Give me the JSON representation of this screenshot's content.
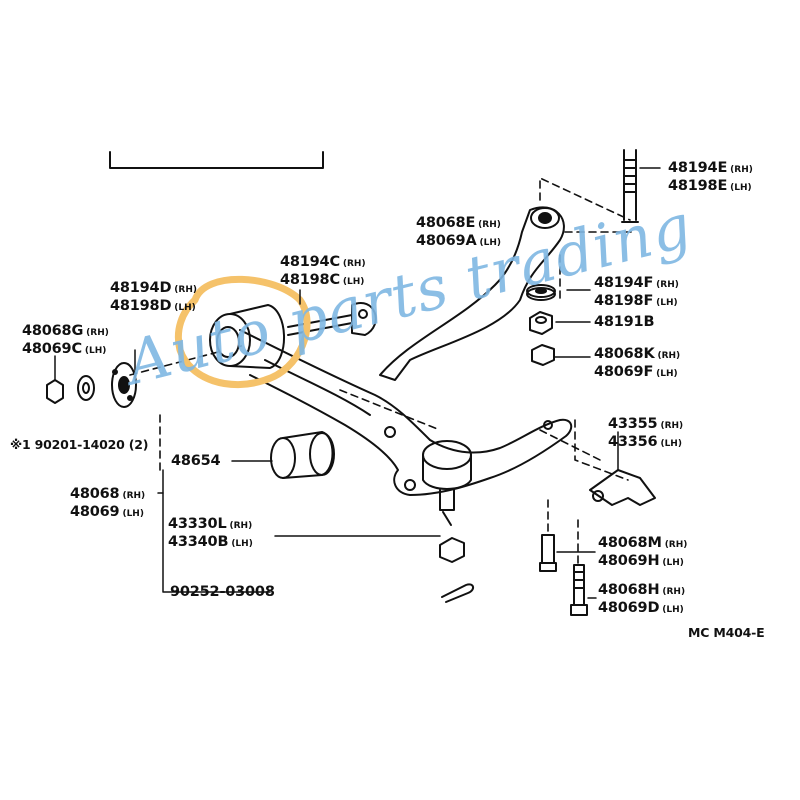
{
  "diagram_code": "MC M404-E",
  "watermark": "Auto parts trading",
  "highlight_color": "#f5c26a",
  "watermark_color": "#7fb7e3",
  "parts": {
    "p48194E": {
      "num": "48194E",
      "side": "(RH)"
    },
    "p48198E": {
      "num": "48198E",
      "side": "(LH)"
    },
    "p48068E": {
      "num": "48068E",
      "side": "(RH)"
    },
    "p48069A": {
      "num": "48069A",
      "side": "(LH)"
    },
    "p48194C": {
      "num": "48194C",
      "side": "(RH)"
    },
    "p48198C": {
      "num": "48198C",
      "side": "(LH)"
    },
    "p48194D": {
      "num": "48194D",
      "side": "(RH)"
    },
    "p48198D": {
      "num": "48198D",
      "side": "(LH)"
    },
    "p48068G": {
      "num": "48068G",
      "side": "(RH)"
    },
    "p48069C": {
      "num": "48069C",
      "side": "(LH)"
    },
    "p48194F": {
      "num": "48194F",
      "side": "(RH)"
    },
    "p48198F": {
      "num": "48198F",
      "side": "(LH)"
    },
    "p48191B": {
      "num": "48191B"
    },
    "p48068K": {
      "num": "48068K",
      "side": "(RH)"
    },
    "p48069F": {
      "num": "48069F",
      "side": "(LH)"
    },
    "p43355": {
      "num": "43355",
      "side": "(RH)"
    },
    "p43356": {
      "num": "43356",
      "side": "(LH)"
    },
    "p90201": {
      "num": "※1 90201-14020 (2)"
    },
    "p48654": {
      "num": "48654"
    },
    "p48068": {
      "num": "48068",
      "side": "(RH)"
    },
    "p48069": {
      "num": "48069",
      "side": "(LH)"
    },
    "p43330L": {
      "num": "43330L",
      "side": "(RH)"
    },
    "p43340B": {
      "num": "43340B",
      "side": "(LH)"
    },
    "p90252": {
      "num": "90252-03008"
    },
    "p48068M": {
      "num": "48068M",
      "side": "(RH)"
    },
    "p48069H": {
      "num": "48069H",
      "side": "(LH)"
    },
    "p48068H": {
      "num": "48068H",
      "side": "(RH)"
    },
    "p48069D": {
      "num": "48069D",
      "side": "(LH)"
    }
  }
}
